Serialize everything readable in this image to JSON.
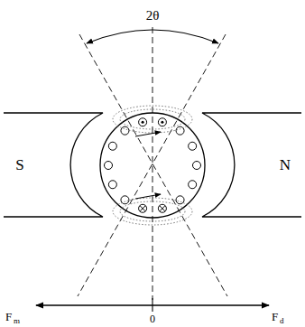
{
  "diagram": {
    "labels": [
      "2θ",
      "S",
      "N",
      "F",
      "m",
      "0",
      "F",
      "d"
    ]
  }
}
